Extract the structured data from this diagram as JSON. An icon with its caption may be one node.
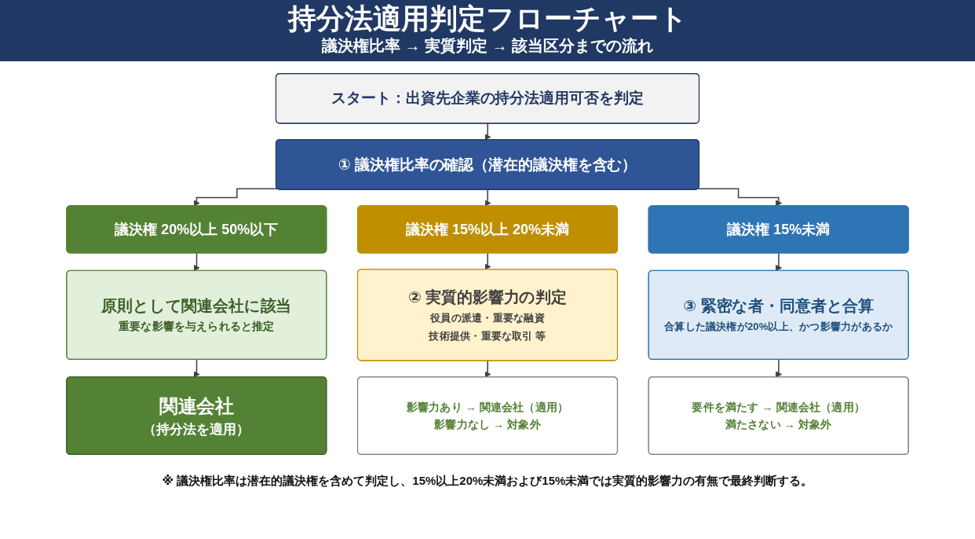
{
  "diagram": {
    "title": "持分法適用判定フローチャート",
    "nodes": [
      {
        "text": [
          "スタート：出資先企業の持分法適用可否を判定"
        ]
      },
      {
        "text": [
          "① 議決権比率の確認（潜在的議決権を含む）"
        ]
      },
      {
        "text": [
          "議決権 20%以上 50%以下"
        ]
      },
      {
        "text": [
          "議決権 15%以上 20%未満"
        ]
      },
      {
        "text": [
          "議決権 15%未満"
        ]
      },
      {
        "text": [
          "原則として関連会社に該当",
          "重要な影響を与えられると推定"
        ]
      },
      {
        "text": [
          "② 実質的影響力の判定",
          "役員の派遣・重要な融資",
          "技術提供・重要な取引 等"
        ]
      },
      {
        "text": [
          "③ 緊密な者・同意者と合算",
          "合算した議決権が20%以上、かつ影響力があるか"
        ]
      },
      {
        "text": [
          "関連会社",
          "（持分法を適用）"
        ]
      },
      {
        "text": [
          "影響力あり → 関連会社（適用）",
          "影響力なし → 対象外"
        ]
      },
      {
        "text": [
          "要件を満たす → 関連会社（適用）",
          "満たさない → 対象外"
        ]
      }
    ],
    "edges": [
      {
        "from": 0,
        "to": 1,
        "arrow": "to"
      },
      {
        "from": 1,
        "to": 2,
        "arrow": "to"
      },
      {
        "from": 1,
        "to": 3,
        "arrow": "to"
      },
      {
        "from": 1,
        "to": 4,
        "arrow": "to"
      },
      {
        "from": 2,
        "to": 5,
        "arrow": "to"
      },
      {
        "from": 3,
        "to": 6,
        "arrow": "to"
      },
      {
        "from": 4,
        "to": 7,
        "arrow": "to"
      },
      {
        "from": 5,
        "to": 8,
        "arrow": "to"
      },
      {
        "from": 6,
        "to": 9,
        "arrow": "to"
      },
      {
        "from": 7,
        "to": 10,
        "arrow": "to"
      }
    ],
    "labels": [
      "議決権比率 → 実質判定 → 該当区分までの流れ",
      "※ 議決権比率は潜在的議決権を含めて判定し、15%以上20%未満および15%未満では実質的影響力の有無で最終判断する。"
    ]
  }
}
